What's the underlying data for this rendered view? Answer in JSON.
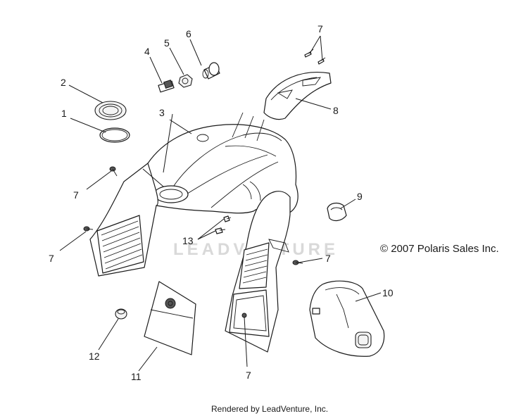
{
  "callouts": {
    "c1": "1",
    "c2": "2",
    "c3": "3",
    "c4": "4",
    "c5": "5",
    "c6": "6",
    "c7_top": "7",
    "c7_left_upper": "7",
    "c7_left_lower": "7",
    "c7_right": "7",
    "c7_bottom": "7",
    "c8": "8",
    "c9": "9",
    "c10": "10",
    "c11": "11",
    "c12": "12",
    "c13": "13"
  },
  "copyright": "© 2007 Polaris Sales Inc.",
  "watermark": "LEADVENTURE",
  "footer": "Rendered by LeadVenture, Inc."
}
